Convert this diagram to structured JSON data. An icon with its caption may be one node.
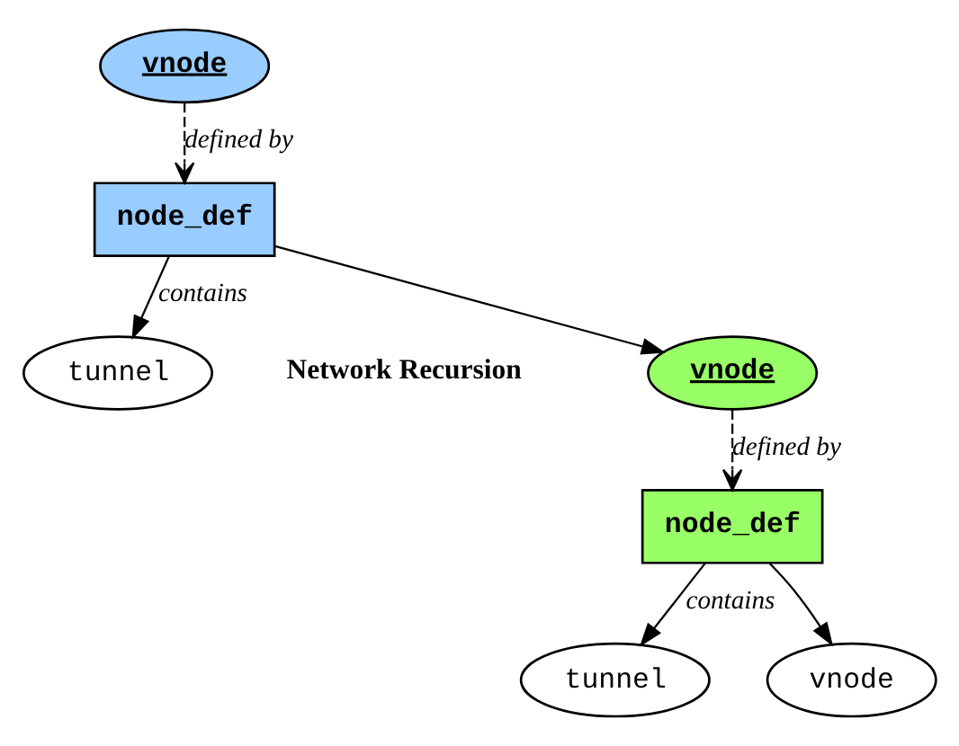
{
  "diagram": {
    "nodes": [
      {
        "text": [
          "vnode"
        ]
      },
      {
        "text": [
          "node_def"
        ]
      },
      {
        "text": [
          "tunnel"
        ]
      },
      {
        "text": [
          "vnode"
        ]
      },
      {
        "text": [
          "node_def"
        ]
      },
      {
        "text": [
          "tunnel"
        ]
      },
      {
        "text": [
          "vnode"
        ]
      }
    ],
    "edges": [
      {
        "from": 0,
        "to": 1,
        "arrow": "to",
        "label": "defined by",
        "style": "dashed"
      },
      {
        "from": 1,
        "to": 2,
        "arrow": "to",
        "label": "contains"
      },
      {
        "from": 1,
        "to": 3,
        "arrow": "to"
      },
      {
        "from": 3,
        "to": 4,
        "arrow": "to",
        "label": "defined by",
        "style": "dashed"
      },
      {
        "from": 4,
        "to": 5,
        "arrow": "to",
        "label": "contains"
      },
      {
        "from": 4,
        "to": 6,
        "arrow": "to"
      }
    ],
    "labels": [
      "Network Recursion"
    ]
  }
}
